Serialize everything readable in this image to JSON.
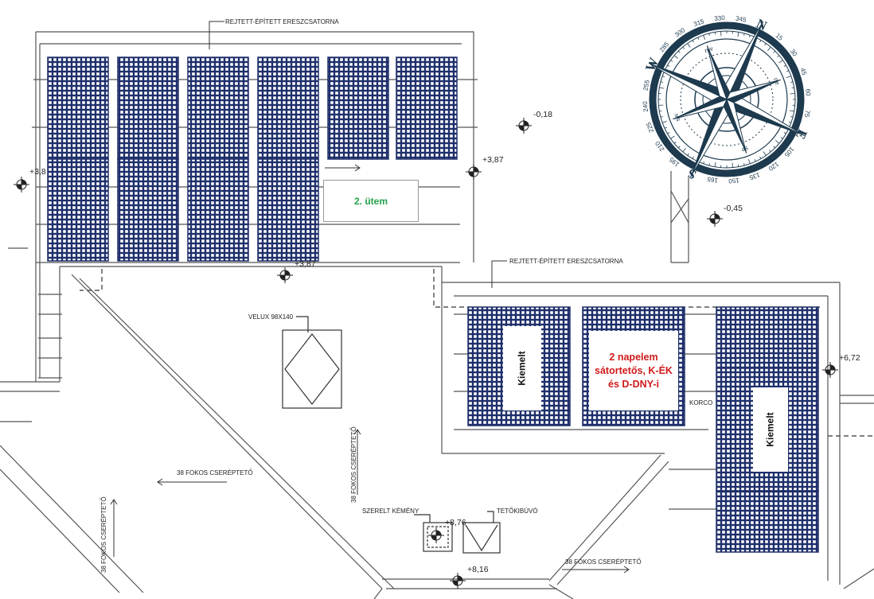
{
  "labels": {
    "gutter_top": "REJTETT-ÉPÍTETT ERESZCSATORNA",
    "gutter_mid": "REJTETT-ÉPÍTETT ERESZCSATORNA",
    "velux": "VELUX 98X140",
    "chimney": "SZERELT KÉMÉNY",
    "roof_hatch": "TETŐKIBÚVÓ",
    "tile_roof_left": "38 FOKOS CSERÉPTETŐ",
    "tile_roof_far_left": "38 FOKOS CSERÉPTETŐ",
    "tile_roof_center": "38 FOKOS CSERÉPTETŐ",
    "tile_roof_bottom": "38 FOKOS CSERÉPTETŐ",
    "korco": "KORCO"
  },
  "elevations": {
    "e1": "-0,18",
    "e2": "+3,87",
    "e3": "+3,8",
    "e4": "-0,45",
    "e5": "+3,87",
    "e6": "+6,72",
    "e7": "+8,76",
    "e8": "+8,16"
  },
  "annotations": {
    "phase2": "2. ütem",
    "solar_note": "2 napelem sátortetős, K-ÉK és D-DNY-i",
    "highlighted_1": "Kiemelt",
    "highlighted_2": "Kiemelt"
  },
  "compass": {
    "cardinals": [
      "N",
      "E",
      "S",
      "W"
    ],
    "inner": [
      "ne",
      "se",
      "sw",
      "nw"
    ],
    "degrees": [
      "15",
      "30",
      "45",
      "60",
      "75",
      "105",
      "120",
      "135",
      "150",
      "165",
      "195",
      "210",
      "225",
      "240",
      "255",
      "285",
      "300",
      "315",
      "330",
      "345"
    ]
  },
  "colors": {
    "panel_blue": "#1e2f6b",
    "compass_dark": "#1d3a4e",
    "line": "#555555"
  }
}
